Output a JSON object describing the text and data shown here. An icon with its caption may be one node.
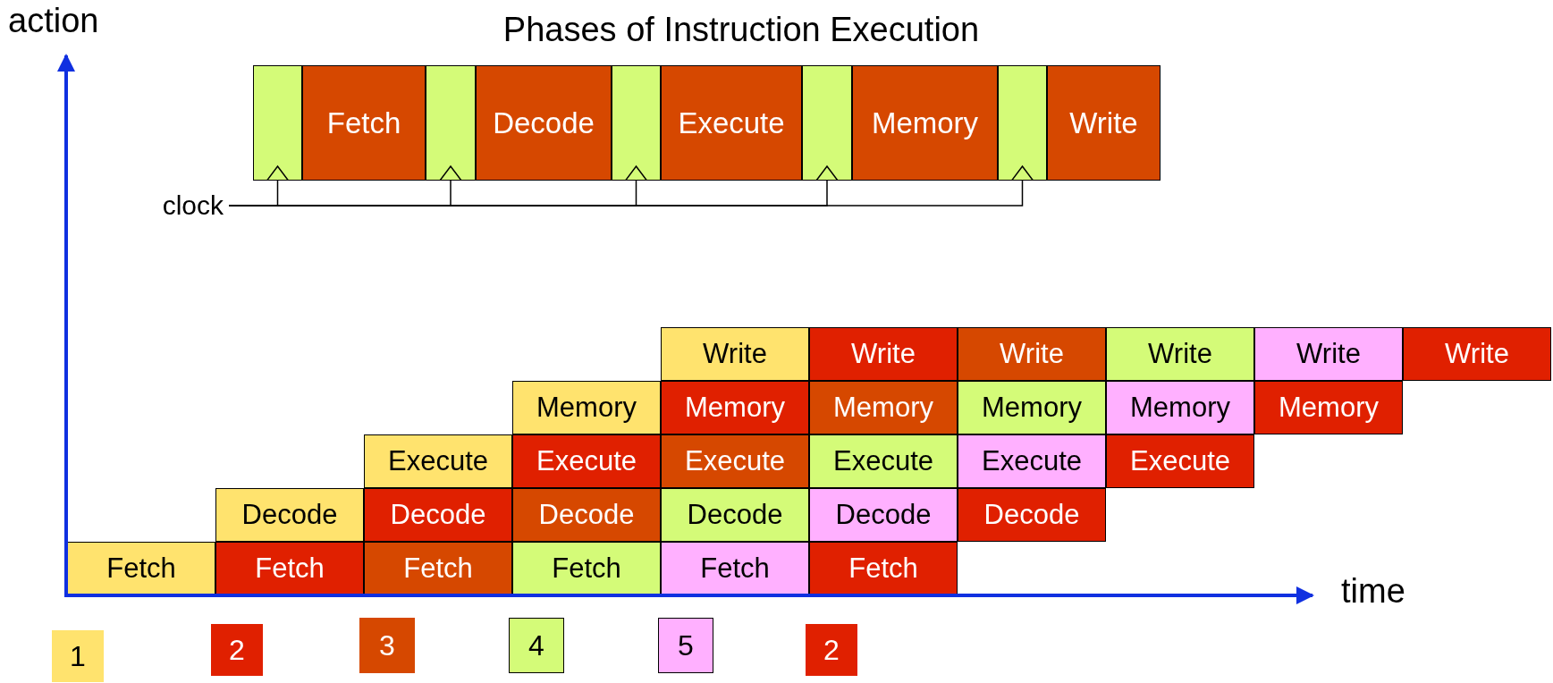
{
  "diagram": {
    "title": "Phases of Instruction Execution",
    "nodes": [
      {
        "text": [],
        "shape": "box"
      },
      {
        "text": [
          "Fetch"
        ]
      },
      {
        "text": [],
        "shape": "box"
      },
      {
        "text": [
          "Decode"
        ]
      },
      {
        "text": [],
        "shape": "box"
      },
      {
        "text": [
          "Execute"
        ]
      },
      {
        "text": [],
        "shape": "box"
      },
      {
        "text": [
          "Memory"
        ]
      },
      {
        "text": [],
        "shape": "box"
      },
      {
        "text": [
          "Write"
        ]
      },
      {
        "text": [
          "clock"
        ]
      },
      {
        "text": [
          "Write"
        ]
      },
      {
        "text": [
          "Write"
        ]
      },
      {
        "text": [
          "Write"
        ]
      },
      {
        "text": [
          "Write"
        ]
      },
      {
        "text": [
          "Write"
        ]
      },
      {
        "text": [
          "Write"
        ]
      },
      {
        "text": [
          "Memory"
        ]
      },
      {
        "text": [
          "Memory"
        ]
      },
      {
        "text": [
          "Memory"
        ]
      },
      {
        "text": [
          "Memory"
        ]
      },
      {
        "text": [
          "Memory"
        ]
      },
      {
        "text": [
          "Memory"
        ]
      },
      {
        "text": [
          "Execute"
        ]
      },
      {
        "text": [
          "Execute"
        ]
      },
      {
        "text": [
          "Execute"
        ]
      },
      {
        "text": [
          "Execute"
        ]
      },
      {
        "text": [
          "Execute"
        ]
      },
      {
        "text": [
          "Execute"
        ]
      },
      {
        "text": [
          "Decode"
        ]
      },
      {
        "text": [
          "Decode"
        ]
      },
      {
        "text": [
          "Decode"
        ]
      },
      {
        "text": [
          "Decode"
        ]
      },
      {
        "text": [
          "Decode"
        ]
      },
      {
        "text": [
          "Decode"
        ]
      },
      {
        "text": [
          "Fetch"
        ]
      },
      {
        "text": [
          "Fetch"
        ]
      },
      {
        "text": [
          "Fetch"
        ]
      },
      {
        "text": [
          "Fetch"
        ]
      },
      {
        "text": [
          "Fetch"
        ]
      },
      {
        "text": [
          "Fetch"
        ]
      }
    ],
    "edges": [
      {
        "from": 10,
        "to": 0,
        "arrow": "to"
      },
      {
        "from": 10,
        "to": 2,
        "arrow": "to"
      },
      {
        "from": 10,
        "to": 4,
        "arrow": "to"
      },
      {
        "from": 10,
        "to": 6,
        "arrow": "to"
      },
      {
        "from": 10,
        "to": 8,
        "arrow": "to"
      }
    ],
    "labels": [
      "action",
      "time"
    ],
    "legend": [
      {
        "text": "1",
        "color": "#ffe36e"
      },
      {
        "text": "2",
        "color": "#e02000"
      },
      {
        "text": "3",
        "color": "#d64800"
      },
      {
        "text": "4",
        "color": "#d4fb78"
      },
      {
        "text": "5",
        "color": "#ffb0ff"
      },
      {
        "text": "2",
        "color": "#e02000"
      }
    ]
  }
}
